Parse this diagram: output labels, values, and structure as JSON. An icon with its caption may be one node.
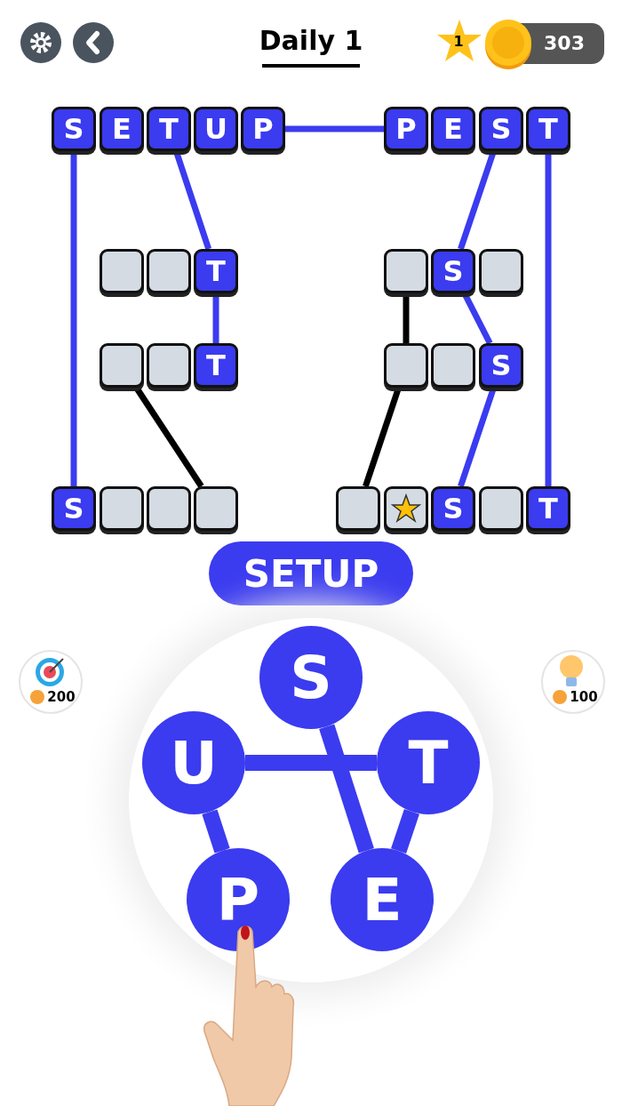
{
  "diagram": {
    "title": "Daily 1",
    "nodes": [
      {
        "text": [
          "S"
        ]
      },
      {
        "text": [
          "E"
        ]
      },
      {
        "text": [
          "T"
        ]
      },
      {
        "text": [
          "U"
        ]
      },
      {
        "text": [
          "P"
        ]
      },
      {
        "text": [
          "P"
        ]
      },
      {
        "text": [
          "E"
        ]
      },
      {
        "text": [
          "S"
        ]
      },
      {
        "text": [
          "T"
        ]
      },
      {
        "text": [],
        "shape": "box"
      },
      {
        "text": [],
        "shape": "box"
      },
      {
        "text": [
          "T"
        ]
      },
      {
        "text": [],
        "shape": "box"
      },
      {
        "text": [
          "S"
        ]
      },
      {
        "text": [],
        "shape": "box"
      },
      {
        "text": [],
        "shape": "box"
      },
      {
        "text": [],
        "shape": "box"
      },
      {
        "text": [
          "T"
        ]
      },
      {
        "text": [],
        "shape": "box"
      },
      {
        "text": [],
        "shape": "box"
      },
      {
        "text": [
          "S"
        ]
      },
      {
        "text": [
          "S"
        ]
      },
      {
        "text": [],
        "shape": "box"
      },
      {
        "text": [],
        "shape": "box"
      },
      {
        "text": [],
        "shape": "box"
      },
      {
        "text": [],
        "shape": "box"
      },
      {
        "text": [],
        "shape": "star"
      },
      {
        "text": [
          "S"
        ]
      },
      {
        "text": [],
        "shape": "box"
      },
      {
        "text": [
          "T"
        ]
      },
      {
        "text": [
          "SETUP"
        ]
      },
      {
        "text": [],
        "shape": "circle"
      },
      {
        "text": [
          "S"
        ],
        "in": 31
      },
      {
        "text": [
          "U"
        ],
        "in": 31
      },
      {
        "text": [
          "T"
        ],
        "in": 31
      },
      {
        "text": [
          "P"
        ],
        "in": 31
      },
      {
        "text": [
          "E"
        ],
        "in": 31
      }
    ],
    "edges": [
      {
        "from": 4,
        "to": 5,
        "arrow": "none"
      },
      {
        "from": 0,
        "to": 21,
        "arrow": "none"
      },
      {
        "from": 2,
        "to": 11,
        "arrow": "none"
      },
      {
        "from": 11,
        "to": 17,
        "arrow": "none"
      },
      {
        "from": 15,
        "to": 24,
        "arrow": "none",
        "color": "#000000"
      },
      {
        "from": 7,
        "to": 13,
        "arrow": "none"
      },
      {
        "from": 8,
        "to": 29,
        "arrow": "none"
      },
      {
        "from": 12,
        "to": 18,
        "arrow": "none",
        "color": "#000000"
      },
      {
        "from": 13,
        "to": 20,
        "arrow": "none"
      },
      {
        "from": 18,
        "to": 25,
        "arrow": "none",
        "color": "#000000"
      },
      {
        "from": 20,
        "to": 27,
        "arrow": "none"
      },
      {
        "from": 32,
        "to": 36,
        "arrow": "none",
        "style": "thick"
      },
      {
        "from": 36,
        "to": 34,
        "arrow": "none",
        "style": "thick"
      },
      {
        "from": 34,
        "to": 33,
        "arrow": "none",
        "style": "thick"
      },
      {
        "from": 33,
        "to": 35,
        "arrow": "none",
        "style": "thick"
      }
    ],
    "labels": [
      "1",
      "303",
      "200",
      "100"
    ]
  }
}
